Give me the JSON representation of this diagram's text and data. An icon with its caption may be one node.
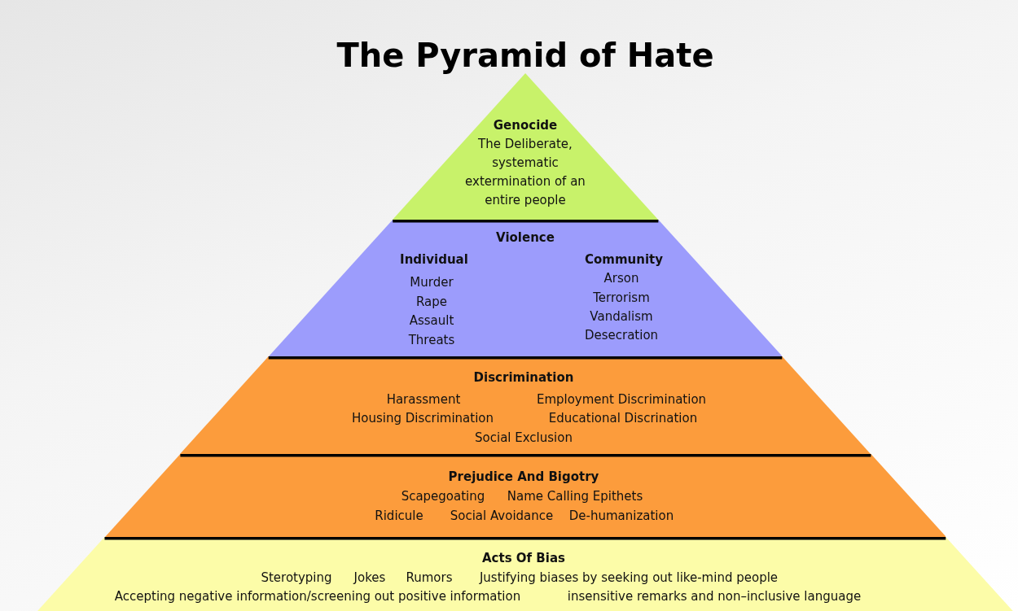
{
  "diagram": {
    "title": "The Pyramid of Hate",
    "nodes": [
      {
        "text": [
          "Genocide",
          "The Deliberate, systematic extermination of an entire people"
        ]
      },
      {
        "text": [
          "Violence",
          "Individual",
          "Murder",
          "Rape",
          "Assault",
          "Threats",
          "Community",
          "Arson",
          "Terrorism",
          "Vandalism",
          "Desecration"
        ]
      },
      {
        "text": [
          "Discrimination",
          "Harassment",
          "Employment Discrimination",
          "Housing Discrimination",
          "Educational Discrination",
          "Social Exclusion"
        ]
      },
      {
        "text": [
          "Prejudice And Bigotry",
          "Scapegoating",
          "Name Calling Epithets",
          "Ridicule",
          "Social Avoidance",
          "De-humanization"
        ]
      },
      {
        "text": [
          "Acts Of Bias",
          "Sterotyping",
          "Jokes",
          "Rumors",
          "Justifying biases by seeking out like-mind people",
          "Accepting negative information/screening out positive information",
          "insensitive remarks and non–inclusive language"
        ]
      }
    ]
  }
}
